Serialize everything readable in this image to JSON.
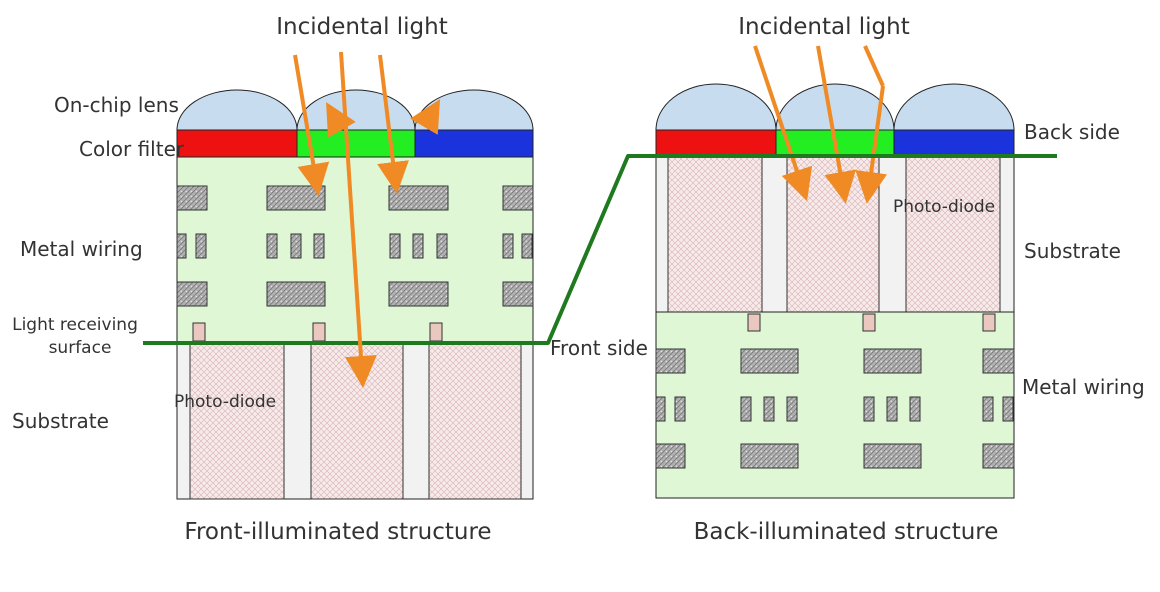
{
  "left": {
    "incident_label": "Incidental light",
    "lens_label": "On-chip lens",
    "filter_label": "Color filter",
    "metal_label": "Metal wiring",
    "receiving_label_line1": "Light receiving",
    "receiving_label_line2": "surface",
    "substrate_label": "Substrate",
    "photodiode_label": "Photo-diode",
    "caption": "Front-illuminated structure"
  },
  "right": {
    "incident_label": "Incidental light",
    "back_side_label": "Back side",
    "photodiode_label": "Photo-diode",
    "substrate_label": "Substrate",
    "front_side_label": "Front side",
    "metal_label": "Metal wiring",
    "caption": "Back-illuminated structure"
  },
  "colors": {
    "red_filter": "#ee1111",
    "green_filter": "#22ee22",
    "blue_filter": "#1a33dd",
    "lens": "#c8dcf0",
    "layer_green": "#dff7d4",
    "surface_line": "#1f7a1f",
    "light_arrow": "#f08a24",
    "photodiode": "#f4e6e6"
  }
}
